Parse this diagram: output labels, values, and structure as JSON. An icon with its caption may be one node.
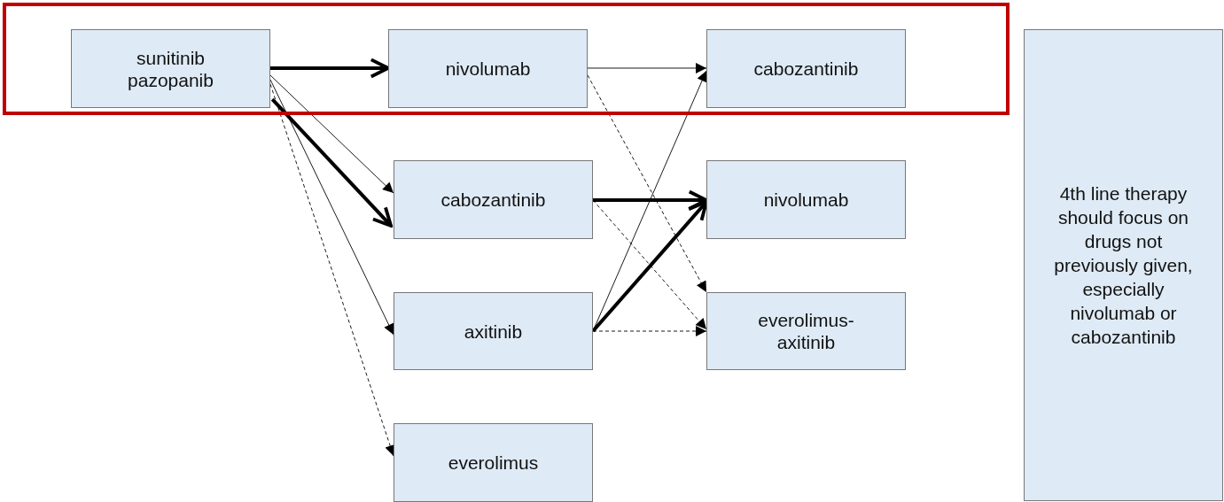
{
  "diagram": {
    "nodes": [
      {
        "text": [],
        "shape": "box"
      },
      {
        "text": [
          "sunitinib pazopanib"
        ],
        "in": 0
      },
      {
        "text": [
          "nivolumab"
        ],
        "in": 0
      },
      {
        "text": [
          "cabozantinib"
        ],
        "in": 0
      },
      {
        "text": [
          "cabozantinib"
        ]
      },
      {
        "text": [
          "axitinib"
        ]
      },
      {
        "text": [
          "everolimus"
        ]
      },
      {
        "text": [
          "nivolumab"
        ]
      },
      {
        "text": [
          "everolimus-axitinib"
        ]
      },
      {
        "text": [
          "4th line therapy should focus on drugs not previously given, especially nivolumab or cabozantinib"
        ]
      }
    ],
    "edges": [
      {
        "from": 1,
        "to": 2,
        "arrow": "to",
        "style": "thick"
      },
      {
        "from": 1,
        "to": 4,
        "arrow": "to"
      },
      {
        "from": 1,
        "to": 4,
        "arrow": "to",
        "style": "thick"
      },
      {
        "from": 1,
        "to": 5,
        "arrow": "to"
      },
      {
        "from": 1,
        "to": 6,
        "arrow": "to",
        "style": "dashed"
      },
      {
        "from": 2,
        "to": 3,
        "arrow": "to"
      },
      {
        "from": 2,
        "to": 8,
        "arrow": "to",
        "style": "dashed"
      },
      {
        "from": 4,
        "to": 7,
        "arrow": "to",
        "style": "thick"
      },
      {
        "from": 4,
        "to": 8,
        "arrow": "to",
        "style": "dashed"
      },
      {
        "from": 5,
        "to": 3,
        "arrow": "to"
      },
      {
        "from": 5,
        "to": 7,
        "arrow": "to",
        "style": "thick"
      },
      {
        "from": 5,
        "to": 8,
        "arrow": "to",
        "style": "dashed"
      }
    ]
  }
}
